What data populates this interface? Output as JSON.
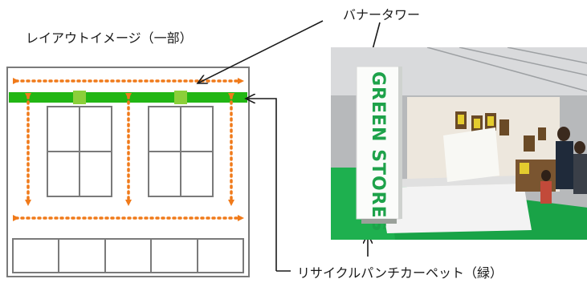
{
  "labels": {
    "layout_caption": "レイアウトイメージ（一部）",
    "banner_tower": "バナータワー",
    "carpet": "リサイクルパンチカーペット（緑）",
    "banner_text": "GREEN STORES"
  },
  "colors": {
    "carpet_green": "#22b614",
    "tower_block": "#8ccf3a",
    "walkway_arrow": "#f07a1a",
    "outline": "#7a7a7a",
    "leader_line": "#1a1a1a"
  },
  "icons": {
    "walkway_arrows": "dotted-double-arrow",
    "leader_arrow": "arrow-head"
  }
}
